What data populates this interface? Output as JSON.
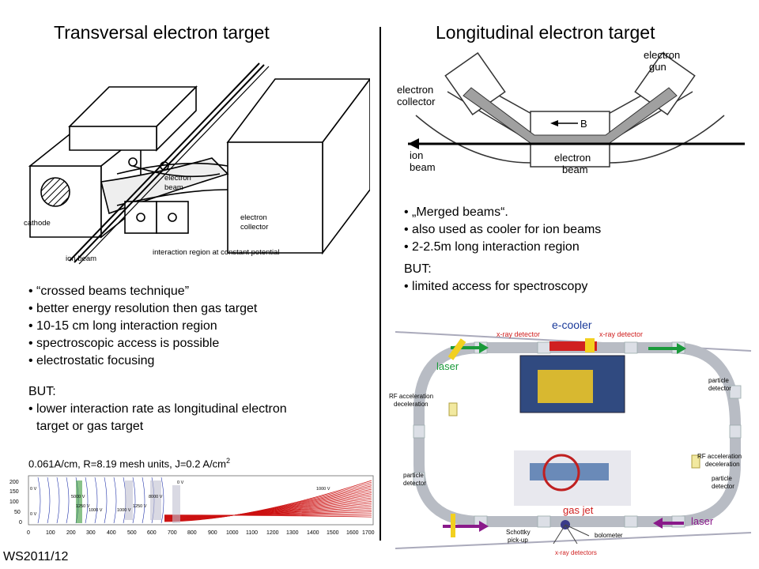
{
  "left": {
    "title": "Transversal electron target",
    "figure_labels": {
      "cathode": "cathode",
      "ion_beam": "ion beam",
      "electron_beam_1": "electron",
      "electron_beam_2": "beam",
      "electron_collector_1": "electron",
      "electron_collector_2": "collector",
      "interaction_region": "interaction region at constant potential"
    },
    "bullets": [
      "• “crossed beams technique”",
      "• better energy resolution then gas target",
      "• 10-15 cm long interaction region",
      "• spectroscopic access is possible",
      "• electrostatic focusing"
    ],
    "but_label": "BUT:",
    "but_items": [
      "• lower interaction rate as longitudinal electron",
      "target or gas target"
    ],
    "sim_caption_main": "0.061A/cm, R=8.19 mesh units, J=0.2 A/cm",
    "sim_caption_sup": "2",
    "sim_y_ticks": [
      "200",
      "150",
      "100",
      "50",
      "0"
    ],
    "sim_x_ticks": [
      "0",
      "100",
      "200",
      "300",
      "400",
      "500",
      "600",
      "700",
      "800",
      "900",
      "1000",
      "1100",
      "1200",
      "1300",
      "1400",
      "1500",
      "1600",
      "1700"
    ],
    "sim_voltage_labels": [
      "0 V",
      "5000 V",
      "8000 V",
      "1250 V",
      "1000 V",
      "1250 V",
      "1000 V",
      "1000 V",
      "0 V",
      "0 V"
    ]
  },
  "right": {
    "title": "Longitudinal electron target",
    "figure_labels": {
      "electron_gun_1": "electron",
      "electron_gun_2": "gun",
      "electron_collector_1": "electron",
      "electron_collector_2": "collector",
      "ion_beam_1": "ion",
      "ion_beam_2": "beam",
      "b_field": "B",
      "electron_beam_1": "electron",
      "electron_beam_2": "beam"
    },
    "bullets": [
      "• „Merged beams“.",
      "• also used as cooler for ion beams",
      "• 2-2.5m long interaction region"
    ],
    "but_label": "BUT:",
    "but_items": [
      "• limited access for spectroscopy"
    ],
    "ring_labels": {
      "x_ray_detector_left": "x-ray detector",
      "e_cooler": "e-cooler",
      "x_ray_detector_right": "x-ray detector",
      "laser_top": "laser",
      "particle_detector_top": "particle",
      "particle_detector_top_2": "detector",
      "rf_left_1": "RF acceleration",
      "rf_left_2": "deceleration",
      "rf_right_1": "RF acceleration",
      "rf_right_2": "deceleration",
      "particle_detector_left_1": "particle",
      "particle_detector_left_2": "detector",
      "particle_detector_right_1": "particle",
      "particle_detector_right_2": "detector",
      "gas_jet": "gas jet",
      "laser_bottom": "laser",
      "schottky_1": "Schottky",
      "schottky_2": "pick-up",
      "bolometer": "bolometer",
      "x_ray_detectors": "x-ray detectors"
    }
  },
  "footer": "WS2011/12",
  "colors": {
    "ring_gray": "#b8bcc4",
    "green_arrow": "#1a9a3a",
    "purple_arrow": "#8a1a8a",
    "label_red": "#d02020",
    "ecooler_blue": "#1a3a9a",
    "sim_red": "#cc1111",
    "sim_blue": "#2233aa"
  }
}
